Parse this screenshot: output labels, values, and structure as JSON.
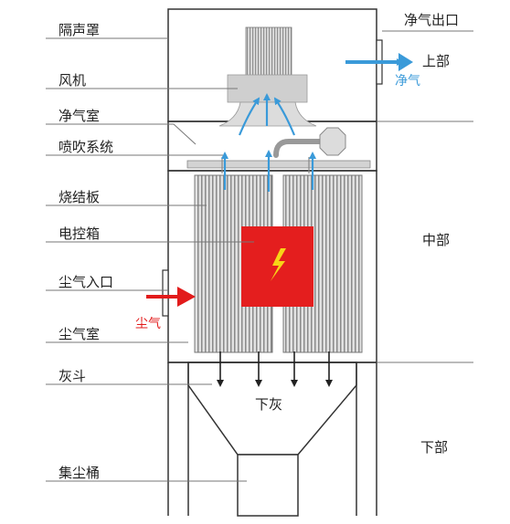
{
  "labels": {
    "soundproof_cover": "隔声罩",
    "fan": "风机",
    "clean_air_chamber": "净气室",
    "pulse_jet_system": "喷吹系统",
    "sintered_plate": "烧结板",
    "control_box": "电控箱",
    "dust_inlet": "尘气入口",
    "dust_chamber": "尘气室",
    "ash_hopper": "灰斗",
    "dust_bucket": "集尘桶",
    "clean_air_outlet": "净气出口",
    "upper_section": "上部",
    "middle_section": "中部",
    "lower_section": "下部",
    "clean_air": "净气",
    "dusty_air": "尘气",
    "ash_discharge": "下灰"
  },
  "colors": {
    "outline": "#333333",
    "leader": "#777777",
    "body": "#ffffff",
    "filter_light": "#e2e2e2",
    "filter_dark": "#8a8a8a",
    "control_box": "#e41e1e",
    "lightning": "#f7d417",
    "clean_flow": "#3a9ad9",
    "dust_flow": "#e21b1b",
    "fan_body": "#cfcfcf"
  },
  "icons": {
    "control_box_symbol": "lightning-bolt-icon"
  }
}
